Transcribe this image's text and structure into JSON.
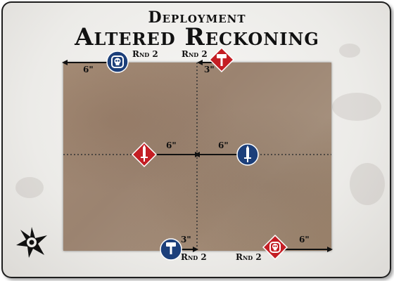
{
  "header": {
    "subtitle": "Deployment",
    "title": "Altered Reckoning"
  },
  "colors": {
    "blue": "#1c3f7a",
    "red": "#c41e24",
    "board": "#a08874",
    "arrow": "#111111"
  },
  "markers": [
    {
      "team": "blue",
      "icon": "skull-icon",
      "round": "Rnd 2",
      "distance": "6\""
    },
    {
      "team": "red",
      "icon": "hammer-icon",
      "round": "Rnd 2",
      "distance": "3\""
    },
    {
      "team": "red",
      "icon": "sword-icon",
      "round": "",
      "distance": "6\""
    },
    {
      "team": "blue",
      "icon": "sword-icon",
      "round": "",
      "distance": "6\""
    },
    {
      "team": "blue",
      "icon": "hammer-icon",
      "round": "Rnd 2",
      "distance": "3\""
    },
    {
      "team": "red",
      "icon": "skull-icon",
      "round": "Rnd 2",
      "distance": "6\""
    }
  ],
  "logo": "faction-star-logo-icon"
}
